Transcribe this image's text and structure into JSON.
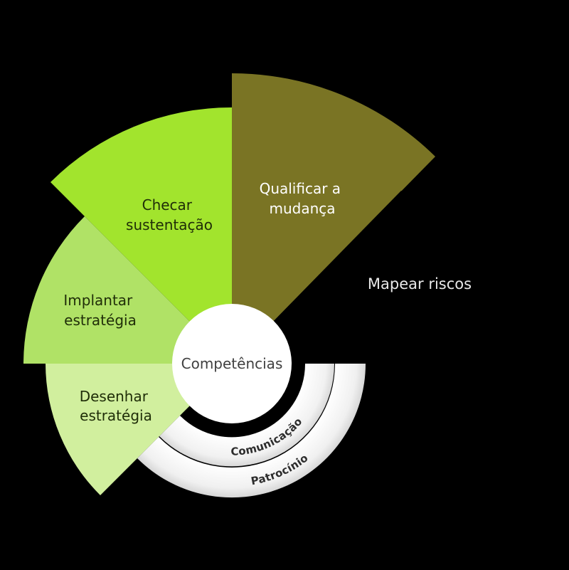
{
  "background_color": "#000000",
  "diagram": {
    "title": "Competências wheel",
    "center": {
      "label": "Competências",
      "color": "#ffffff",
      "text_color": "#404040"
    },
    "sectors": [
      {
        "id": "qualificar-a-mudanca",
        "label": "Qualificar a mudança",
        "lines": [
          "Qualificar a",
          "mudança"
        ],
        "color": "#7a7424",
        "text_color": "#ffffff",
        "position": "top-right"
      },
      {
        "id": "mapear-riscos",
        "label": "Mapear riscos",
        "lines": [
          "Mapear riscos"
        ],
        "color": "#000000",
        "text_color": "#e9e9e9",
        "position": "right"
      },
      {
        "id": "checar-sustentacao",
        "label": "Checar sustentação",
        "lines": [
          "Checar",
          "sustentação"
        ],
        "color": "#a2e42d",
        "text_color": "#1f2d08",
        "position": "top-left"
      },
      {
        "id": "implantar-estrategia",
        "label": "Implantar estratégia",
        "lines": [
          "Implantar",
          "estratégia"
        ],
        "color": "#b0e266",
        "text_color": "#1f2d08",
        "position": "left"
      },
      {
        "id": "desenhar-estrategia",
        "label": "Desenhar estratégia",
        "lines": [
          "Desenhar",
          "estratégia"
        ],
        "color": "#d1ef9e",
        "text_color": "#1f2d08",
        "position": "bottom-left"
      }
    ],
    "rings": [
      {
        "id": "comunicacao",
        "label": "Comunicação",
        "text_color": "#2d2d2d",
        "fill_inner": "#ffffff",
        "fill_outer": "#d9d9d9"
      },
      {
        "id": "patrocinio",
        "label": "Patrocínio",
        "text_color": "#2d2d2d",
        "fill_inner": "#ffffff",
        "fill_outer": "#d7d7d7"
      }
    ]
  }
}
